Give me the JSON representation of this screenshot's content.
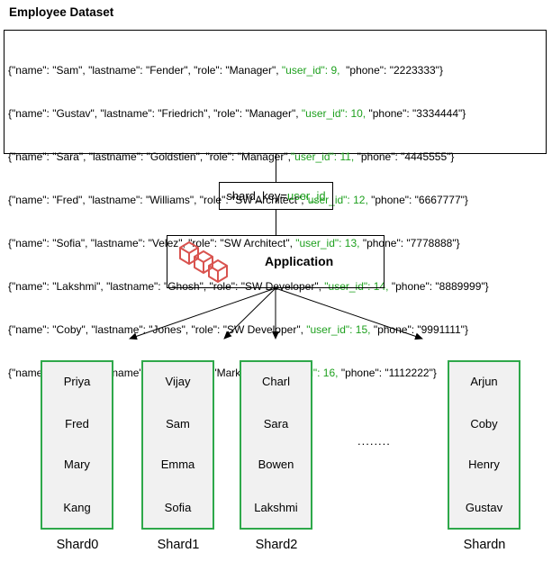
{
  "title": "Employee Dataset",
  "dataset": [
    {
      "pre": "{\"name\": \"Sam\", \"lastname\": \"Fender\", \"role\": \"Manager\", ",
      "uid": "\"user_id\": 9,",
      "post": "  \"phone\": \"2223333\"}"
    },
    {
      "pre": "{\"name\": \"Gustav\", \"lastname\": \"Friedrich\", \"role\": \"Manager\", ",
      "uid": "\"user_id\": 10,",
      "post": " \"phone\": \"3334444\"}"
    },
    {
      "pre": "{\"name\": \"Sara\", \"lastname\": \"Goldstien\", \"role\": \"Manager\",",
      "uid": "\"user_id\": 11,",
      "post": " \"phone\": \"4445555\"}"
    },
    {
      "pre": "{\"name\": \"Fred\", \"lastname\": \"Williams\", \"role\": \"SW Architect\",",
      "uid": "\"user_id\": 12,",
      "post": " \"phone\": \"6667777\"}"
    },
    {
      "pre": "{\"name\": \"Sofia\", \"lastname\": \"Velez\", \"role\": \"SW Architect\", ",
      "uid": "\"user_id\": 13,",
      "post": " \"phone\": \"7778888\"}"
    },
    {
      "pre": "{\"name\": \"Lakshmi\", \"lastname\": \"Ghosh\", \"role\": \"SW Developer\", ",
      "uid": "\"user_id\": 14,",
      "post": " \"phone\": \"8889999\"}"
    },
    {
      "pre": "{\"name\": \"Coby\", \"lastname\": \"Jones\", \"role\": \"SW Developer\", ",
      "uid": "\"user_id\": 15,",
      "post": " \"phone\": \"9991111\"}"
    },
    {
      "pre": "{\"name\": \"Kang\", \"lastname\": \"Zhu\", \"role\": \"Marketing\", ",
      "uid": "\"user_id\": 16,",
      "post": " \"phone\": \"1112222\"}"
    }
  ],
  "shard_key": {
    "label": "shard_key=",
    "value": "user_id"
  },
  "application": {
    "label": "Application",
    "icon": "cubes-icon",
    "icon_color": "#d9534f"
  },
  "shards": [
    {
      "label": "Shard0",
      "items": [
        "Priya",
        "Fred",
        "Mary",
        "Kang"
      ]
    },
    {
      "label": "Shard1",
      "items": [
        "Vijay",
        "Sam",
        "Emma",
        "Sofia"
      ]
    },
    {
      "label": "Shard2",
      "items": [
        "Charl",
        "Sara",
        "Bowen",
        "Lakshmi"
      ]
    },
    {
      "label": "Shardn",
      "items": [
        "Arjun",
        "Coby",
        "Henry",
        "Gustav"
      ]
    }
  ],
  "ellipsis": "........",
  "colors": {
    "accent_green": "#2ea84a",
    "uid_green": "#1ea01e",
    "shard_fill": "#f1f1f1"
  }
}
